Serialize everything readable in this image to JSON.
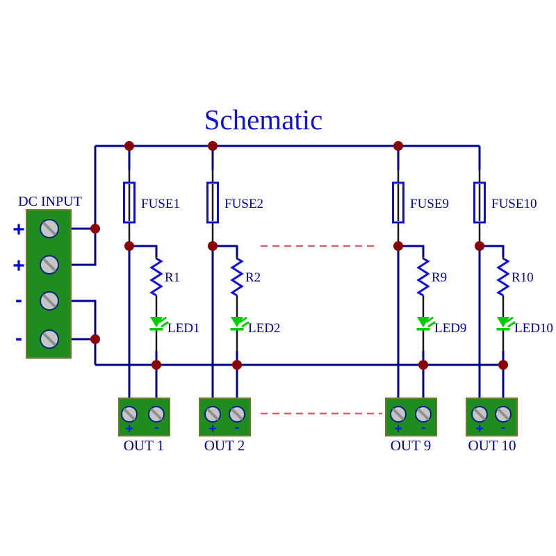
{
  "title": "Schematic",
  "dc_input": {
    "label": "DC INPUT",
    "pin_labels": [
      "+",
      "+",
      "-",
      "-"
    ]
  },
  "circuits": [
    {
      "fuse_label": "FUSE1",
      "resistor_label": "R1",
      "led_label": "LED1",
      "output_label": "OUT 1",
      "plus": "+",
      "minus": "-"
    },
    {
      "fuse_label": "FUSE2",
      "resistor_label": "R2",
      "led_label": "LED2",
      "output_label": "OUT 2",
      "plus": "+",
      "minus": "-"
    },
    {
      "fuse_label": "FUSE9",
      "resistor_label": "R9",
      "led_label": "LED9",
      "output_label": "OUT 9",
      "plus": "+",
      "minus": "-"
    },
    {
      "fuse_label": "FUSE10",
      "resistor_label": "R10",
      "led_label": "LED10",
      "output_label": "OUT 10",
      "plus": "+",
      "minus": "-"
    }
  ],
  "colors": {
    "wire_navy": "#00008b",
    "component_lead_black": "#181818",
    "junction_dot_red": "#8b0000",
    "component_blue": "#0f0fd0",
    "led_green": "#00cc00",
    "terminal_green": "#1f8c1f",
    "terminal_border_olive": "#6e7a28",
    "screw_gray": "#c6c6c6",
    "label_navy": "#00008b",
    "title_blue": "#1414cc",
    "dashed_continuation_red": "#cc6666",
    "pin_label_blue": "#0000dd"
  }
}
